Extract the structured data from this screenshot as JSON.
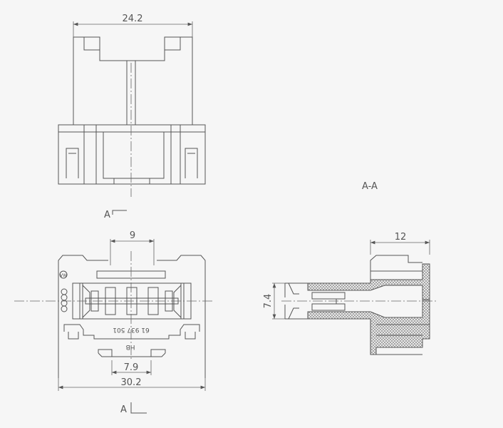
{
  "top_view": {
    "width_dim": "24.2",
    "section_marker": "A"
  },
  "bottom_view": {
    "pitch_dim": "9",
    "slot_dim": "7.9",
    "width_dim": "30.2",
    "part_number": "61 937 501",
    "mark": "HB",
    "section_marker": "A",
    "logo": "VW"
  },
  "section_view": {
    "title": "A-A",
    "depth_dim": "12",
    "height_dim": "7.4"
  },
  "colors": {
    "line": "#555555",
    "background": "#f6f6f6"
  }
}
